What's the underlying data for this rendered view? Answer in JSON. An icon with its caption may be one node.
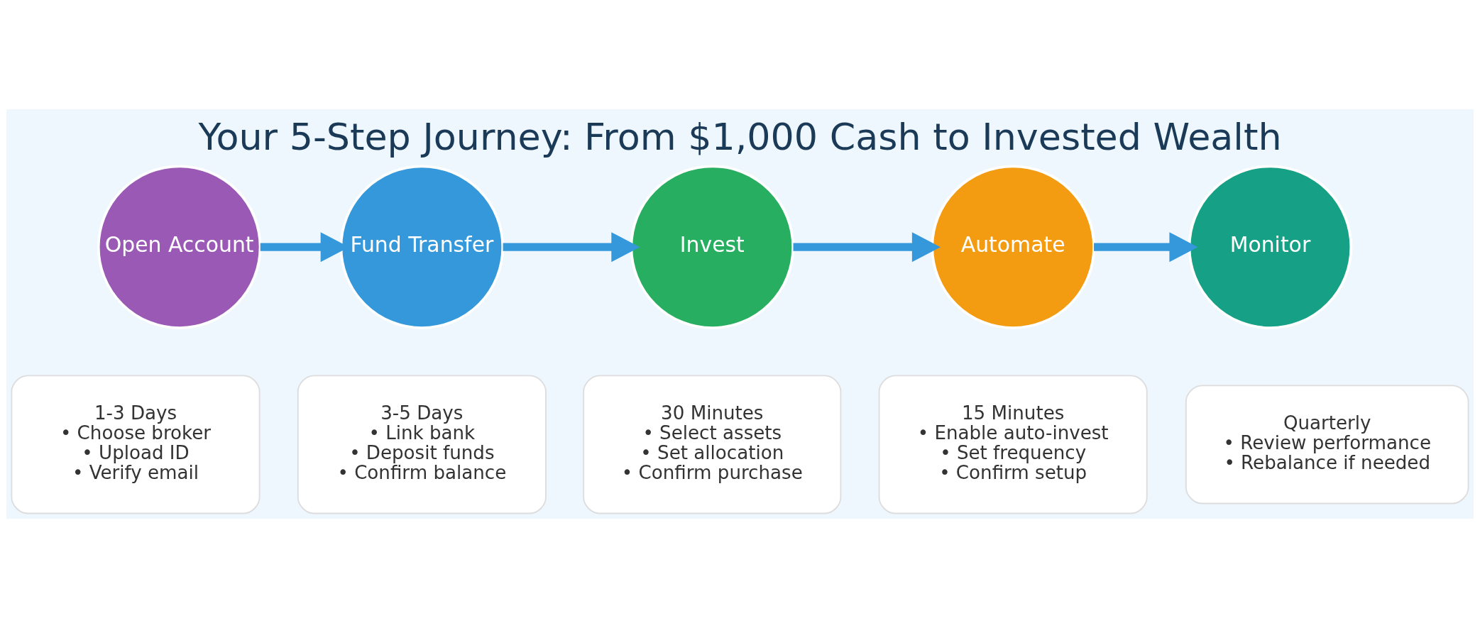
{
  "diagram": {
    "title": "Your 5-Step Journey: From $1,000 Cash to Invested Wealth",
    "nodes": [
      {
        "text": [
          "Open Account"
        ]
      },
      {
        "text": [
          "Fund Transfer"
        ]
      },
      {
        "text": [
          "Invest"
        ]
      },
      {
        "text": [
          "Automate"
        ]
      },
      {
        "text": [
          "Monitor"
        ]
      },
      {
        "text": [
          "1-3 Days",
          "• Choose broker",
          "• Upload ID",
          "• Verify email"
        ]
      },
      {
        "text": [
          "3-5 Days",
          "• Link bank",
          "• Deposit funds",
          "• Confirm balance"
        ]
      },
      {
        "text": [
          "30 Minutes",
          "• Select assets",
          "• Set allocation",
          "• Confirm purchase"
        ]
      },
      {
        "text": [
          "15 Minutes",
          "• Enable auto-invest",
          "• Set frequency",
          "• Confirm setup"
        ]
      },
      {
        "text": [
          "Quarterly",
          "• Review performance",
          "• Rebalance if needed"
        ]
      }
    ],
    "edges": [
      {
        "from": 0,
        "to": 1,
        "arrow": "to"
      },
      {
        "from": 1,
        "to": 2,
        "arrow": "to"
      },
      {
        "from": 2,
        "to": 3,
        "arrow": "to"
      },
      {
        "from": 3,
        "to": 4,
        "arrow": "to"
      }
    ]
  }
}
